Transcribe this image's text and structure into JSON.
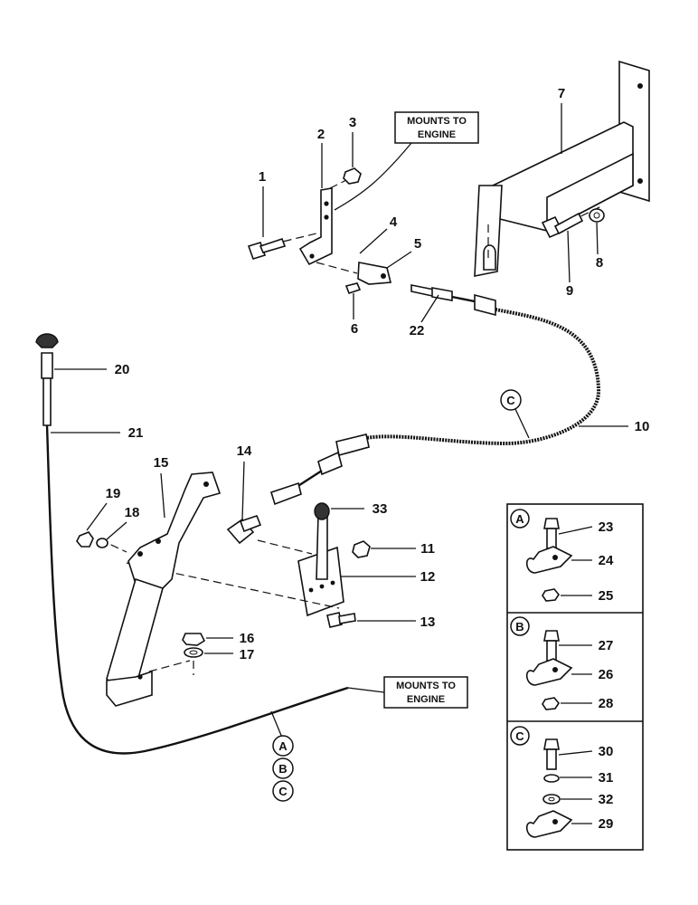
{
  "callouts": {
    "mounts_top": [
      "MOUNTS TO",
      "ENGINE"
    ],
    "mounts_bottom": [
      "MOUNTS TO",
      "ENGINE"
    ]
  },
  "part_numbers": {
    "n1": "1",
    "n2": "2",
    "n3": "3",
    "n4": "4",
    "n5": "5",
    "n6": "6",
    "n7": "7",
    "n8": "8",
    "n9": "9",
    "n10": "10",
    "n11": "11",
    "n12": "12",
    "n13": "13",
    "n14": "14",
    "n15": "15",
    "n16": "16",
    "n17": "17",
    "n18": "18",
    "n19": "19",
    "n20": "20",
    "n21": "21",
    "n22": "22",
    "n33": "33"
  },
  "cable_marks": {
    "c_top": "C",
    "a_bottom": "A",
    "b_bottom": "B",
    "c_bottom": "C"
  },
  "inset": {
    "panel_a": {
      "letter": "A",
      "labels": [
        "23",
        "24",
        "25"
      ]
    },
    "panel_b": {
      "letter": "B",
      "labels": [
        "27",
        "26",
        "28"
      ]
    },
    "panel_c": {
      "letter": "C",
      "labels": [
        "30",
        "31",
        "32",
        "29"
      ]
    }
  }
}
